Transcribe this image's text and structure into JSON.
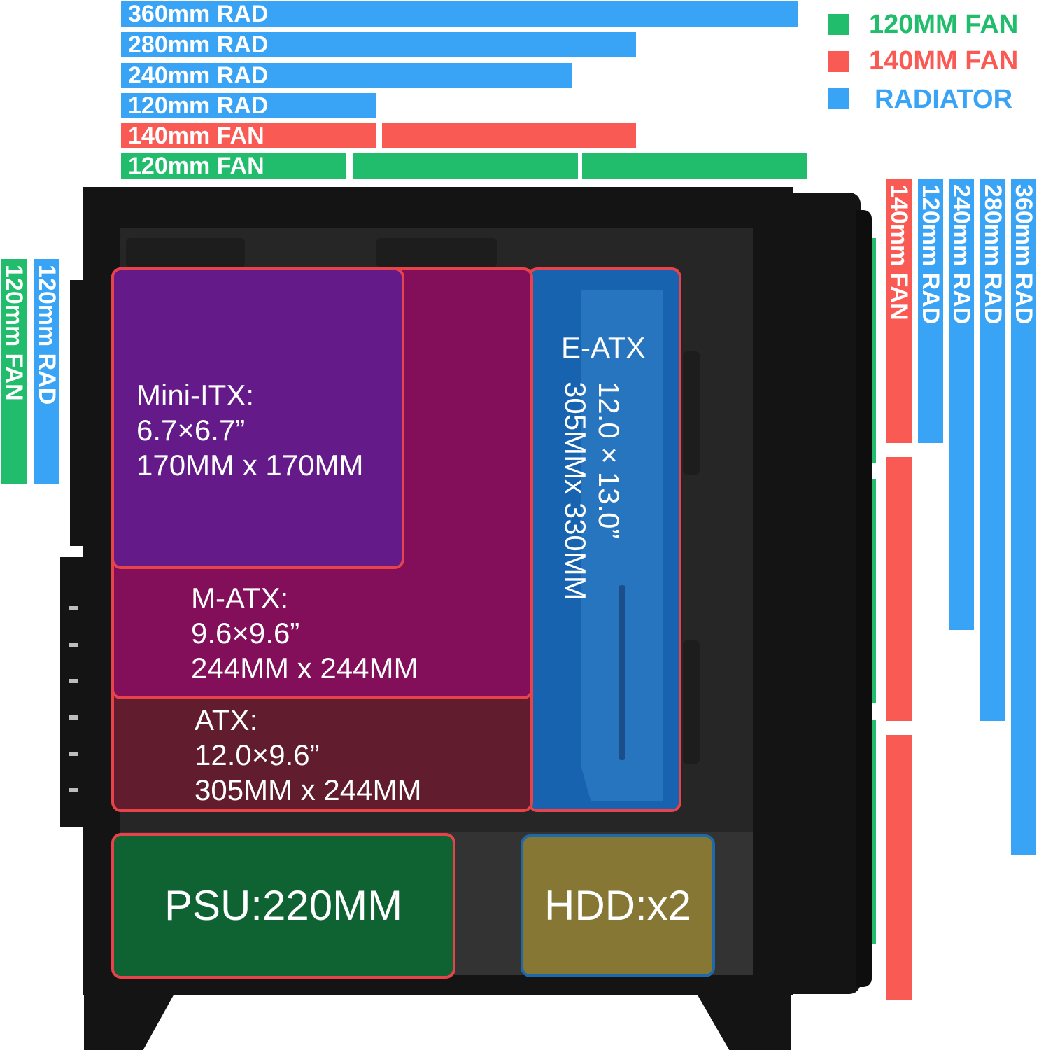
{
  "colors": {
    "fan120": "#21bd6c",
    "fan140": "#fa5a54",
    "radiator": "#39a4f6"
  },
  "legend": [
    {
      "label": "120MM FAN",
      "color": "#21bd6c",
      "text_color": "#21bd6c"
    },
    {
      "label": "140MM FAN",
      "color": "#fa5a54",
      "text_color": "#fa5a54"
    },
    {
      "label": "RADIATOR",
      "color": "#39a4f6",
      "text_color": "#39a4f6"
    }
  ],
  "top_mount": {
    "rad360": "360mm RAD",
    "rad280": "280mm RAD",
    "rad240": "240mm RAD",
    "rad120": "120mm RAD",
    "fan140": "140mm FAN",
    "fan120": "120mm FAN"
  },
  "rear_mount": {
    "fan120": "120mm FAN",
    "rad120": "120mm RAD"
  },
  "front_mount": {
    "fan120": "120mm FAN",
    "fan140": "140mm FAN",
    "rad120": "120mm RAD",
    "rad240": "240mm RAD",
    "rad280": "280mm RAD",
    "rad360": "360mm RAD"
  },
  "motherboards": {
    "mini_itx": {
      "name": "Mini-ITX:",
      "inches": "6.7×6.7”",
      "mm": "170MM x 170MM"
    },
    "m_atx": {
      "name": "M-ATX:",
      "inches": "9.6×9.6”",
      "mm": "244MM x 244MM"
    },
    "atx": {
      "name": "ATX:",
      "inches": "12.0×9.6”",
      "mm": "305MM x 244MM"
    },
    "e_atx": {
      "name": "E-ATX",
      "inches": "12.0×13.0”",
      "mm": "305MMx 330MM"
    }
  },
  "psu": {
    "label": "PSU:220MM"
  },
  "hdd": {
    "label": "HDD:x2"
  }
}
